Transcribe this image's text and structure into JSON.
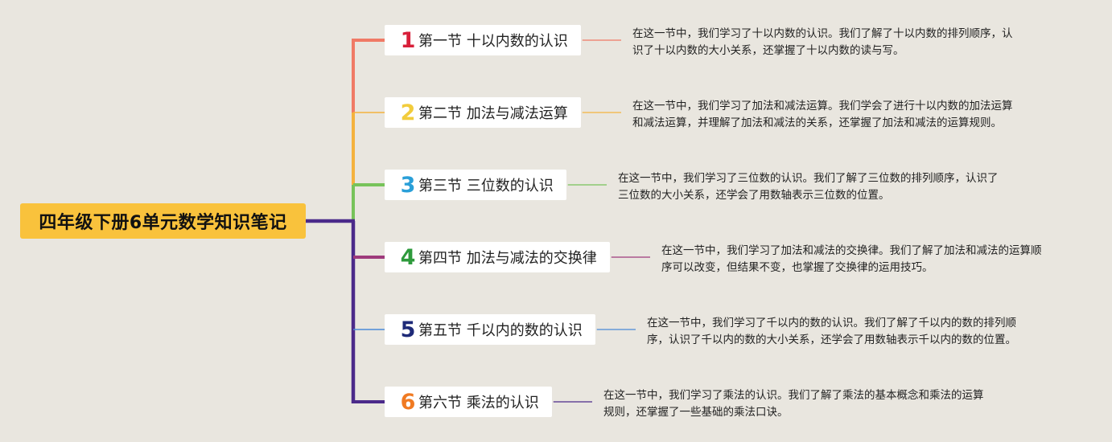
{
  "root": {
    "title": "四年级下册6单元数学知识笔记",
    "color": "#f9c23c"
  },
  "trunk_color": "#4b2a8a",
  "sections": [
    {
      "num": "1",
      "label": "第一节 十以内数的认识",
      "color": "#f07a66",
      "num_color": "#d8203a",
      "note": [
        "在这一节中，我们学习了十以内数的认识。我们了解了十以内数的排列顺序，认",
        "识了十以内数的大小关系，还掌握了十以内数的读与写。"
      ]
    },
    {
      "num": "2",
      "label": "第二节 加法与减法运算",
      "color": "#f4b23e",
      "num_color": "#f2cc3c",
      "note": [
        "在这一节中，我们学习了加法和减法运算。我们学会了进行十以内数的加法运算",
        "和减法运算，并理解了加法和减法的关系，还掌握了加法和减法的运算规则。"
      ]
    },
    {
      "num": "3",
      "label": "第三节 三位数的认识",
      "color": "#77c35a",
      "num_color": "#2a9fd8",
      "note": [
        "在这一节中，我们学习了三位数的认识。我们了解了三位数的排列顺序，认识了",
        "三位数的大小关系，还学会了用数轴表示三位数的位置。"
      ]
    },
    {
      "num": "4",
      "label": "第四节 加法与减法的交换律",
      "color": "#9e3a7c",
      "num_color": "#2e9a3c",
      "note": [
        "在这一节中，我们学习了加法和减法的交换律。我们了解了加法和减法的运算顺",
        "序可以改变，但结果不变，也掌握了交换律的运用技巧。"
      ]
    },
    {
      "num": "5",
      "label": "第五节 千以内的数的认识",
      "color": "#4a8ad8",
      "num_color": "#1e2a78",
      "note": [
        "在这一节中，我们学习了千以内的数的认识。我们了解了千以内的数的排列顺",
        "序，认识了千以内的数的大小关系，还学会了用数轴表示千以内的数的位置。"
      ]
    },
    {
      "num": "6",
      "label": "第六节 乘法的认识",
      "color": "#4b2a8a",
      "num_color": "#f07a22",
      "note": [
        "在这一节中，我们学习了乘法的认识。我们了解了乘法的基本概念和乘法的运算",
        "规则，还掌握了一些基础的乘法口诀。"
      ]
    }
  ]
}
